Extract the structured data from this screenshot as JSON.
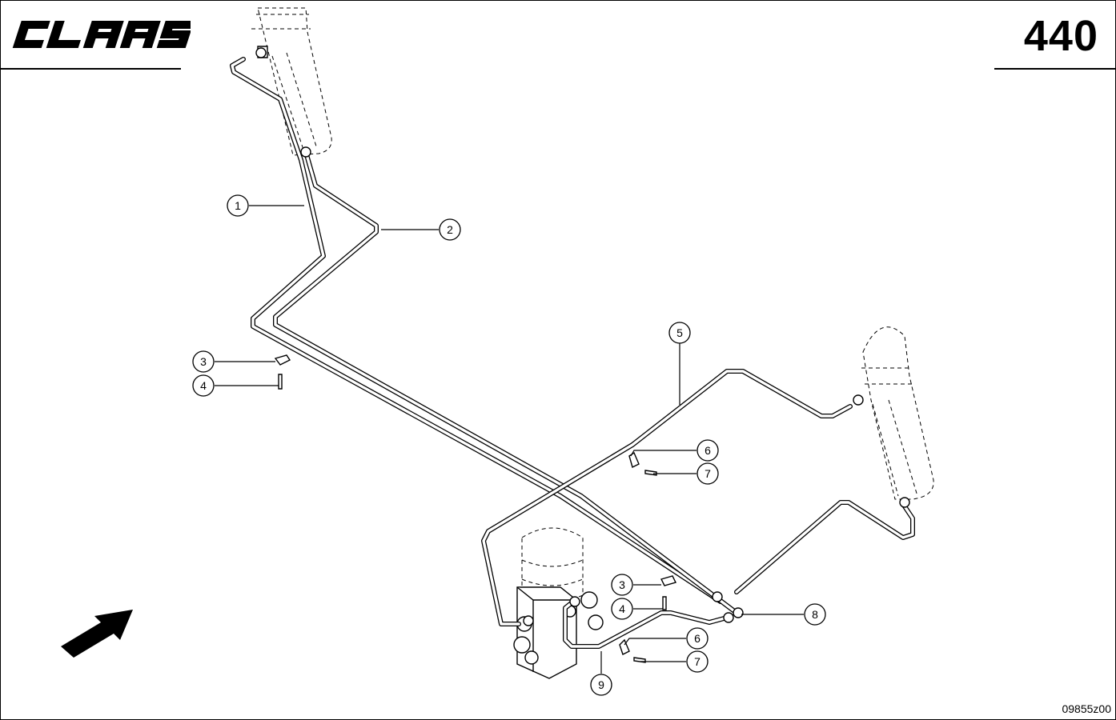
{
  "header": {
    "brand": "CLAAS",
    "page_number": "440"
  },
  "footer": {
    "drawing_code": "09855z00"
  },
  "callouts": {
    "c1": "1",
    "c2": "2",
    "c3a": "3",
    "c4a": "4",
    "c5": "5",
    "c6a": "6",
    "c7a": "7",
    "c3b": "3",
    "c4b": "4",
    "c6b": "6",
    "c7b": "7",
    "c8": "8",
    "c9": "9"
  },
  "icons": {
    "direction": "arrow-up-right-icon"
  }
}
